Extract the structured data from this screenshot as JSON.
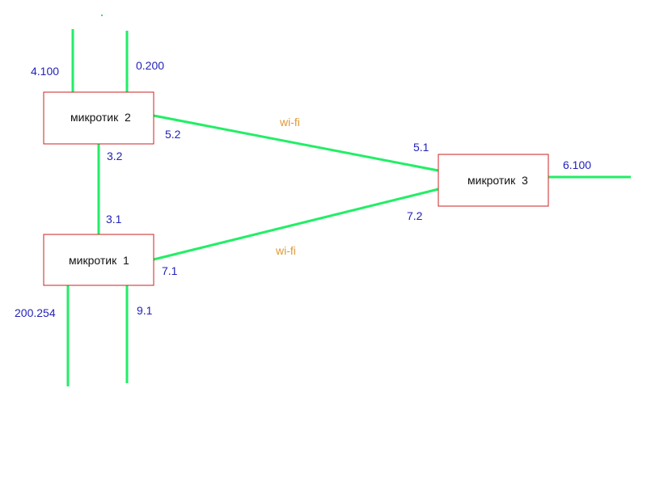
{
  "colors": {
    "link": "#22ee66",
    "node_border": "#cc2222",
    "ip_text": "#2222bb",
    "wifi_text": "#e09933",
    "node_text": "#111111",
    "background": "#ffffff"
  },
  "nodes": {
    "mikrotik1": {
      "label": "микротик  1"
    },
    "mikrotik2": {
      "label": "микротик  2"
    },
    "mikrotik3": {
      "label": "микротик  3"
    }
  },
  "ips": {
    "m2_up_left": "4.100",
    "m2_up_right": "0.200",
    "m2_to_m3": "5.2",
    "m2_to_m1": "3.2",
    "m1_to_m2": "3.1",
    "m1_to_m3": "7.1",
    "m1_down_left": "200.254",
    "m1_down_right": "9.1",
    "m3_to_m2": "5.1",
    "m3_to_m1": "7.2",
    "m3_out": "6.100"
  },
  "links": {
    "wifi_top": "wi-fi",
    "wifi_bottom": "wi-fi"
  }
}
